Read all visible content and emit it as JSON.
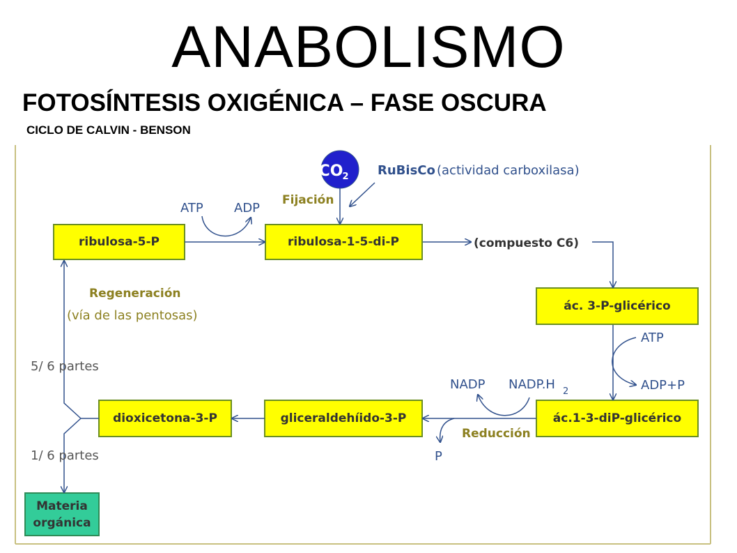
{
  "title": "ANABOLISMO",
  "subtitle": "FOTOSÍNTESIS OXIGÉNICA – FASE OSCURA",
  "subsubtitle": "CICLO DE CALVIN - BENSON",
  "nodes": {
    "ribulosa5p": "ribulosa-5-P",
    "ribulosa15dip": "ribulosa-1-5-di-P",
    "compuesto_c6": "(compuesto C6)",
    "ac3pglicerico": "ác. 3-P-glicérico",
    "ac13dipglicerico": "ác.1-3-diP-glicérico",
    "gliceraldehido3p": "gliceraldehíido-3-P",
    "dioxicetona3p": "dioxicetona-3-P",
    "materia_line1": "Materia",
    "materia_line2": "orgánica"
  },
  "co2": {
    "main": "CO",
    "sub": "2"
  },
  "labels": {
    "rubisco": "RuBisCo",
    "actividad": "(actividad carboxilasa)",
    "fijacion": "Fijación",
    "atp_top": "ATP",
    "adp_top": "ADP",
    "regeneracion": "Regeneración",
    "via_pentosas": "(vía de las pentosas)",
    "cinco_sextos": "5/ 6 partes",
    "un_sexto": "1/ 6 partes",
    "atp_right": "ATP",
    "adp_p": "ADP+P",
    "nadp": "NADP",
    "nadph_main": "NADP.H",
    "nadph_sub": "2",
    "reduccion": "Reducción",
    "p": "P"
  },
  "colors": {
    "box_fill": "#ffff00",
    "box_border": "#6b8e23",
    "materia_fill": "#33cc99",
    "arrow": "#30508c",
    "label_olive": "#8c8020",
    "label_gray": "#555555",
    "co2_fill": "#2020cc",
    "frame": "#c8c080"
  }
}
